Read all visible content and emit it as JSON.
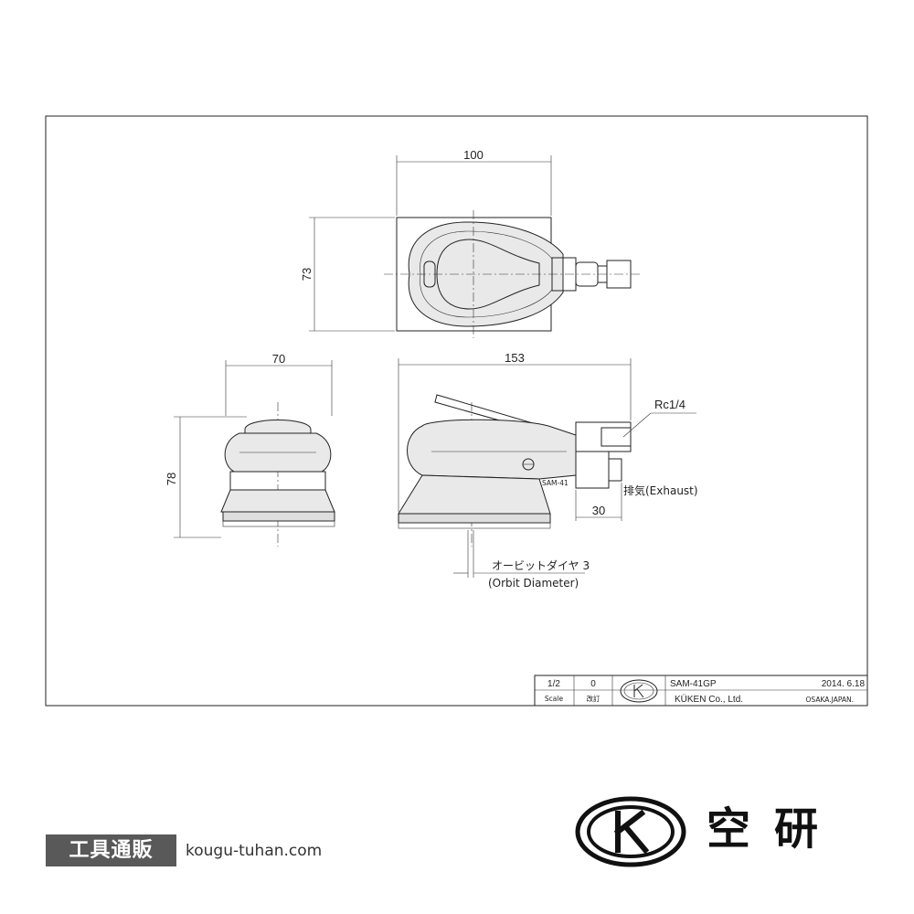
{
  "dimensions": {
    "top_width": "100",
    "top_height": "73",
    "front_width": "70",
    "front_height": "78",
    "side_length": "153",
    "exhaust_offset": "30"
  },
  "annotations": {
    "inlet_thread": "Rc1/4",
    "exhaust": "排気(Exhaust)",
    "orbit_ja": "オービットダイヤ  3",
    "orbit_en": "(Orbit Diameter)",
    "body_marking": "SAM-41"
  },
  "title_block": {
    "scale_value": "1/2",
    "scale_label": "Scale",
    "revision_value": "0",
    "revision_label": "改訂",
    "model": "SAM-41GP",
    "date": "2014. 6.18",
    "company": "KÜKEN Co., Ltd.",
    "location": "OSAKA.JAPAN."
  },
  "footer": {
    "badge": "工具通販",
    "url": "kougu-tuhan.com",
    "brand": "空研"
  },
  "colors": {
    "line": "#222222",
    "badge_bg": "#595959",
    "badge_text": "#ffffff"
  }
}
